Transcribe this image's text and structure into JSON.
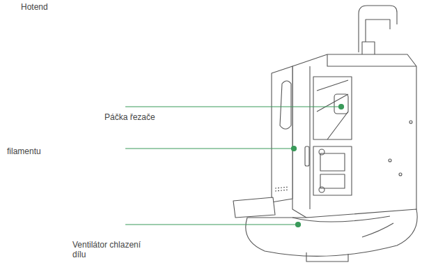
{
  "diagram": {
    "labels": [
      "Hotend",
      "Páčka řezače",
      "filamentu",
      "Ventilátor chlazení dílu"
    ]
  }
}
